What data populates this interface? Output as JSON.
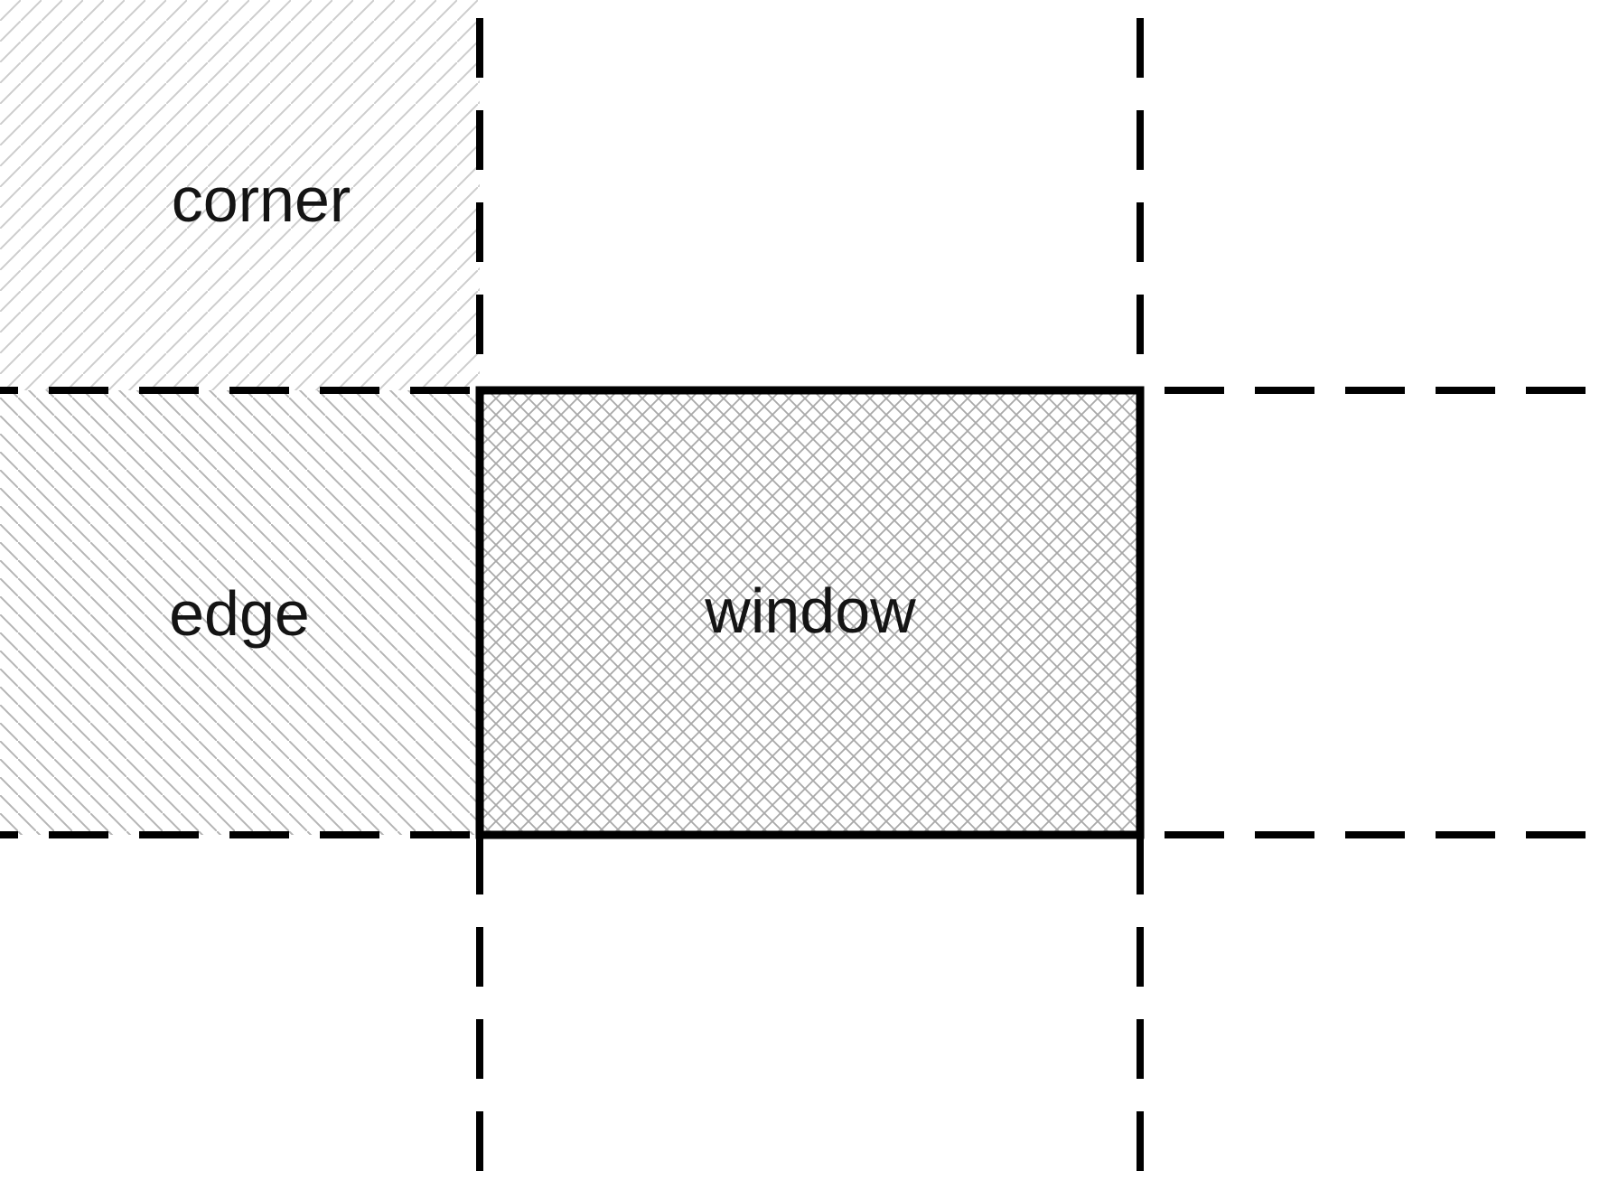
{
  "diagram": {
    "regions": {
      "corner": {
        "label": "corner"
      },
      "edge": {
        "label": "edge"
      },
      "window": {
        "label": "window"
      }
    },
    "colors": {
      "line": "#000000",
      "corner_hatch": "#cdcdcd",
      "edge_hatch": "#b5b5b5",
      "window_hatch": "#a9a9a9",
      "label_text": "#141414",
      "background": "#ffffff"
    }
  }
}
